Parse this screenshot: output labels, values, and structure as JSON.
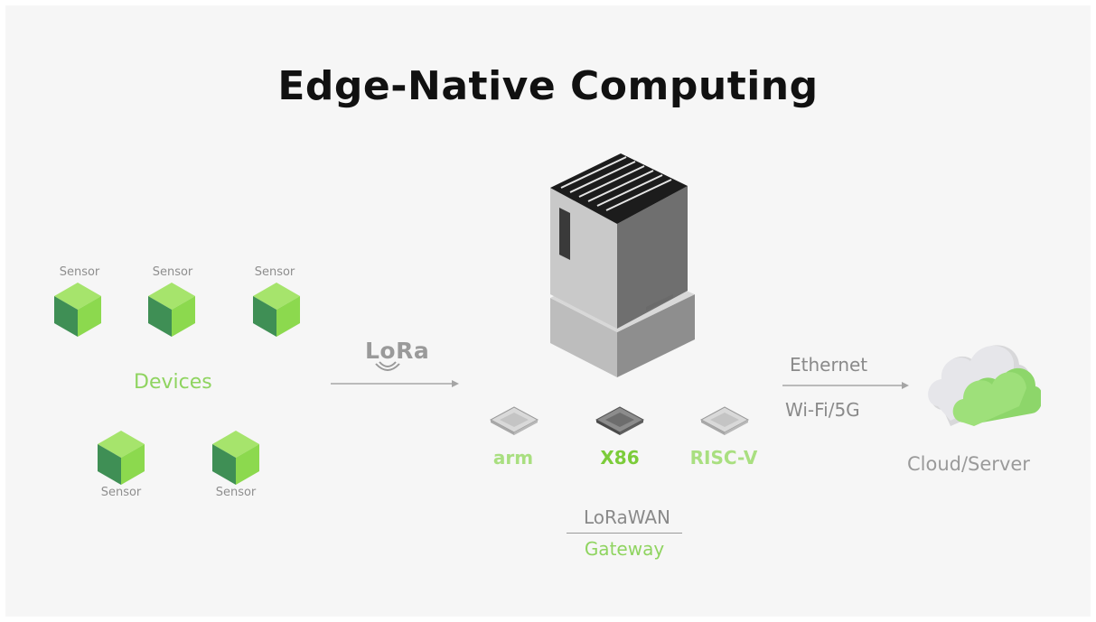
{
  "diagram": {
    "title": "Edge-Native Computing",
    "sensor_label": "Sensor",
    "devices_label": "Devices",
    "lora_logo": "LoRa",
    "chips": [
      {
        "label": "arm",
        "highlight": false
      },
      {
        "label": "X86",
        "highlight": true
      },
      {
        "label": "RISC-V",
        "highlight": false
      }
    ],
    "gateway_top": "LoRaWAN",
    "gateway_bottom": "Gateway",
    "connection_top": "Ethernet",
    "connection_bottom": "Wi-Fi/5G",
    "cloud_label": "Cloud/Server",
    "colors": {
      "background": "#f6f6f6",
      "accent_green": "#8fd460",
      "cube_dark": "#3f8f55",
      "cube_light": "#8cd94e",
      "text_gray": "#8a8a8a"
    }
  }
}
